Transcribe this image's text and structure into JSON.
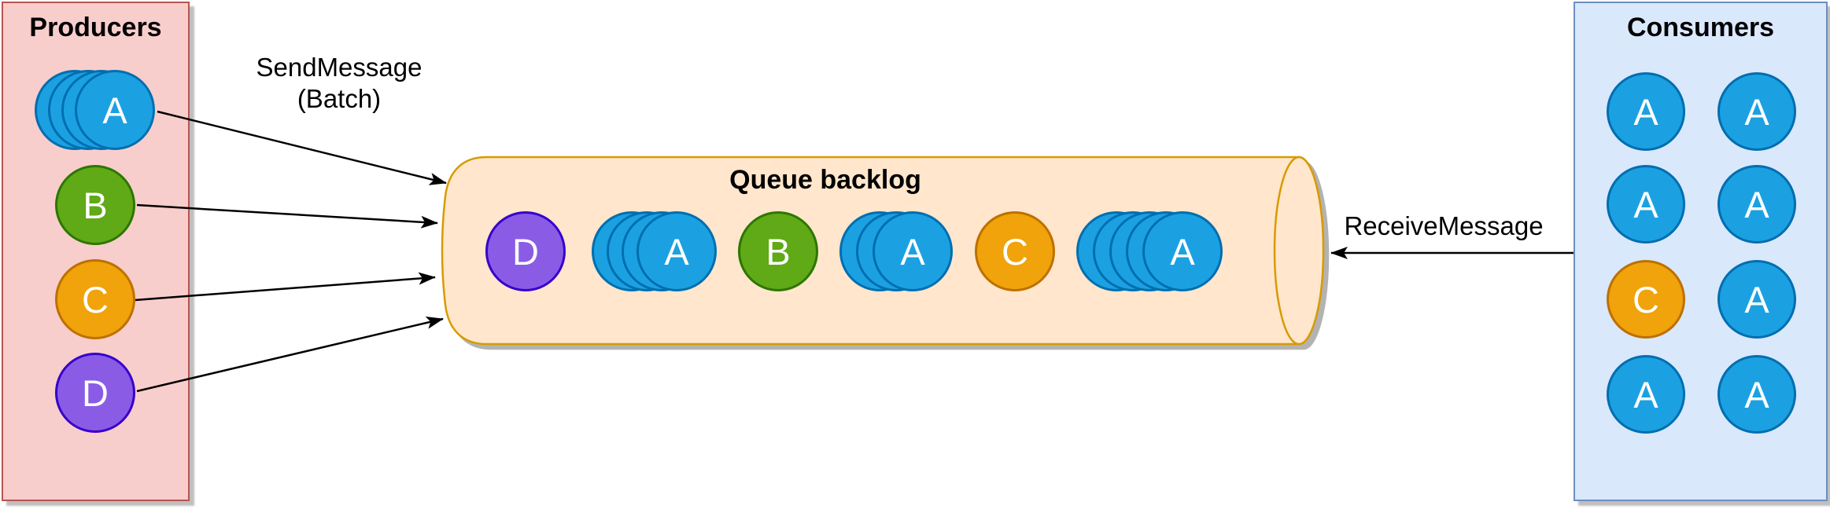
{
  "diagram": {
    "producers": {
      "title": "Producers",
      "items": [
        {
          "label": "A",
          "stack": 4
        },
        {
          "label": "B",
          "stack": 1
        },
        {
          "label": "C",
          "stack": 1
        },
        {
          "label": "D",
          "stack": 1
        }
      ]
    },
    "queue": {
      "title": "Queue backlog",
      "items": [
        {
          "label": "D",
          "stack": 1
        },
        {
          "label": "A",
          "stack": 4
        },
        {
          "label": "B",
          "stack": 1
        },
        {
          "label": "A",
          "stack": 3
        },
        {
          "label": "C",
          "stack": 1
        },
        {
          "label": "A",
          "stack": 5
        }
      ]
    },
    "consumers": {
      "title": "Consumers",
      "rows": [
        [
          "A",
          "A"
        ],
        [
          "A",
          "A"
        ],
        [
          "C",
          "A"
        ],
        [
          "A",
          "A"
        ]
      ]
    },
    "labels": {
      "send": "SendMessage\n(Batch)",
      "receive": "ReceiveMessage"
    },
    "letter_colors": {
      "A": "blue",
      "B": "green",
      "C": "orange",
      "D": "purple"
    },
    "colors": {
      "blue": {
        "fill": "#1BA1E2",
        "stroke": "#006EAF"
      },
      "green": {
        "fill": "#60A917",
        "stroke": "#2D7600"
      },
      "orange": {
        "fill": "#F0A30A",
        "stroke": "#BD7000"
      },
      "purple": {
        "fill": "#8A5CE6",
        "stroke": "#3700CC"
      },
      "producers_box": {
        "fill": "#F8CECC",
        "stroke": "#B85450"
      },
      "consumers_box": {
        "fill": "#DAE8FC",
        "stroke": "#6C8EBF"
      },
      "queue_cylinder": {
        "fill": "#FFE6CC",
        "stroke": "#D79B00"
      },
      "arrow": "#000000",
      "shadow": "#B3B3B3"
    }
  }
}
